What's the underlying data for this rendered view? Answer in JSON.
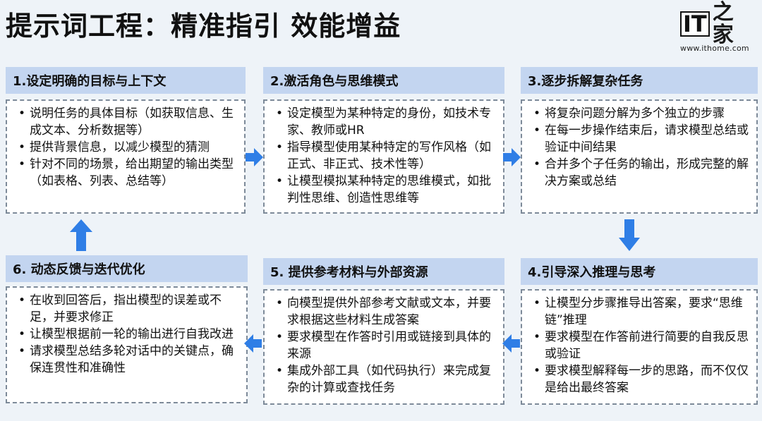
{
  "title": "提示词工程：精准指引 效能增益",
  "logo": {
    "mark": "IT",
    "glyph": "之家",
    "url": "www.ithome.com"
  },
  "colors": {
    "header_bg": "#c3d5f0",
    "arrow": "#2f7ee6",
    "border": "#7d8a99"
  },
  "steps": [
    {
      "heading": "1.设定明确的目标与上下文",
      "bullets": [
        "说明任务的具体目标（如获取信息、生成文本、分析数据等）",
        "提供背景信息，以减少模型的猜测",
        "针对不同的场景，给出期望的输出类型（如表格、列表、总结等）"
      ]
    },
    {
      "heading": "2.激活角色与思维模式",
      "bullets": [
        "设定模型为某种特定的身份，如技术专家、教师或HR",
        "指导模型使用某种特定的写作风格（如正式、非正式、技术性等）",
        "让模型模拟某种特定的思维模式，如批判性思维、创造性思维等"
      ]
    },
    {
      "heading": "3.逐步拆解复杂任务",
      "bullets": [
        "将复杂问题分解为多个独立的步骤",
        "在每一步操作结束后，请求模型总结或验证中间结果",
        "合并多个子任务的输出，形成完整的解决方案或总结"
      ]
    },
    {
      "heading": "4.引导深入推理与思考",
      "bullets": [
        "让模型分步骤推导出答案，要求“思维链”推理",
        "要求模型在作答前进行简要的自我反思或验证",
        "要求模型解释每一步的思路，而不仅仅是给出最终答案"
      ]
    },
    {
      "heading": "5. 提供参考材料与外部资源",
      "bullets": [
        "向模型提供外部参考文献或文本，并要求根据这些材料生成答案",
        "要求模型在作答时引用或链接到具体的来源",
        "集成外部工具（如代码执行）来完成复杂的计算或查找任务"
      ]
    },
    {
      "heading": "6. 动态反馈与迭代优化",
      "bullets": [
        "在收到回答后，指出模型的误差或不足，并要求修正",
        "让模型根据前一轮的输出进行自我改进",
        "请求模型总结多轮对话中的关键点，确保连贯性和准确性"
      ]
    }
  ]
}
